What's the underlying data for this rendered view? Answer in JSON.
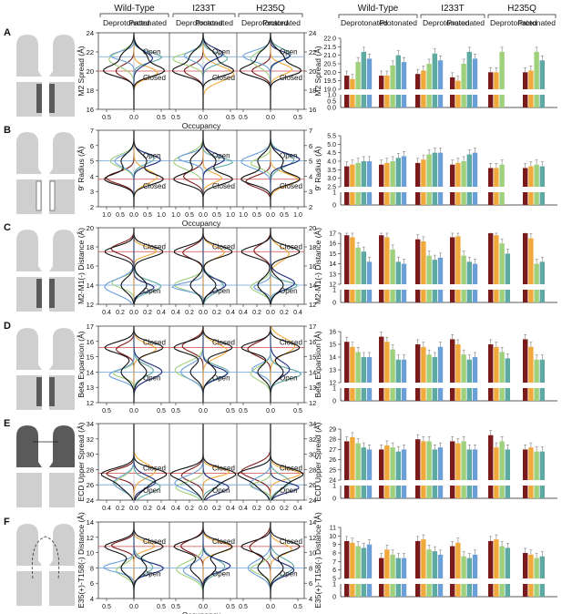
{
  "header": {
    "groups": [
      "Wild-Type",
      "I233T",
      "H235Q"
    ],
    "sub_left": "Deprotonated",
    "sub_right": "Protonated"
  },
  "colors": {
    "dark_red": "#7b1a1a",
    "orange": "#f2a93b",
    "light_green": "#9fd07b",
    "teal": "#5fa9a3",
    "light_blue": "#6b9fd8",
    "navy": "#1c2a7a",
    "black": "#111111",
    "gray_shape": "#cfcfcf",
    "dark_shape": "#5a5a5a"
  },
  "chart_data": [
    {
      "panel": "A",
      "type": "area",
      "ylabel": "M2 Spread (Å)",
      "ylim": [
        16,
        24
      ],
      "yticks": [
        16,
        18,
        20,
        22,
        24
      ],
      "xlabel": "Occupancy",
      "xticks": [
        "0.5",
        "0.0",
        "0.5"
      ],
      "ref_lines": {
        "open": 21.5,
        "closed": 20
      },
      "labels": {
        "open": "Open",
        "closed": "Closed"
      },
      "bar_ylim": [
        19,
        22
      ],
      "bar_yticks": [
        "19.0",
        "19.5",
        "20.0",
        "20.5",
        "21.0",
        "21.5",
        "22.0"
      ],
      "bar_low_ticks": [
        "1.0",
        "0.5",
        "0.0"
      ],
      "bars": [
        [
          19.8,
          19.6,
          20.6,
          21.2,
          20.8
        ],
        [
          19.8,
          19.8,
          20.4,
          21.0,
          20.6
        ],
        [
          19.9,
          20.1,
          20.5,
          21.1,
          20.7
        ],
        [
          19.7,
          19.5,
          20.5,
          21.2,
          20.8
        ],
        [
          20.0,
          20.0,
          21.2
        ],
        [
          20.0,
          20.1,
          21.2,
          20.7
        ]
      ]
    },
    {
      "panel": "B",
      "type": "area",
      "ylabel": "9' Radius (Å)",
      "ylim": [
        2,
        7
      ],
      "yticks": [
        2,
        3,
        4,
        5,
        6,
        7
      ],
      "xlabel": "Occupancy",
      "xticks": [
        "1.0",
        "0.5",
        "0.0",
        "0.5",
        "1.0"
      ],
      "ref_lines": {
        "open": 5.0,
        "closed": 3.8
      },
      "labels": {
        "open": "Open",
        "closed": "Closed"
      },
      "bar_ylim": [
        2.5,
        5.5
      ],
      "bar_yticks": [
        "2.5",
        "3.0",
        "3.5",
        "4.0",
        "4.5",
        "5.0",
        "5.5"
      ],
      "bar_low_ticks": [
        "1",
        "0"
      ],
      "bars": [
        [
          3.7,
          3.8,
          3.9,
          4.0,
          4.0
        ],
        [
          3.8,
          3.9,
          4.0,
          4.2,
          4.3
        ],
        [
          3.9,
          4.1,
          4.4,
          4.5,
          4.5
        ],
        [
          3.8,
          3.9,
          4.0,
          4.4,
          4.5
        ],
        [
          3.6,
          3.6,
          3.8
        ],
        [
          3.6,
          3.7,
          3.8,
          3.7
        ]
      ]
    },
    {
      "panel": "C",
      "type": "area",
      "ylabel": "M2-M1(-) Distance (Å)",
      "ylim": [
        12,
        20
      ],
      "yticks": [
        12,
        14,
        16,
        18,
        20
      ],
      "xlabel": "",
      "xticks": [
        "0.4",
        "0.2",
        "0.0",
        "0.2",
        "0.4"
      ],
      "ref_lines": {
        "open": 14,
        "closed": 17.5
      },
      "labels": {
        "open": "Open",
        "closed": "Closed"
      },
      "bar_ylim": [
        12,
        17
      ],
      "bar_yticks": [
        "12",
        "13",
        "14",
        "15",
        "16",
        "17"
      ],
      "bar_low_ticks": [
        "1",
        "0"
      ],
      "bars": [
        [
          16.8,
          16.6,
          15.6,
          15.2,
          14.2
        ],
        [
          16.8,
          16.6,
          15.4,
          14.2,
          14.0
        ],
        [
          16.4,
          16.2,
          14.8,
          14.4,
          14.6
        ],
        [
          16.6,
          16.7,
          14.8,
          14.2,
          14.0
        ],
        [
          17.0,
          16.8,
          16.0,
          15.0
        ],
        [
          17.0,
          16.5,
          14.0,
          14.2
        ]
      ]
    },
    {
      "panel": "D",
      "type": "area",
      "ylabel": "Beta Expansion (Å)",
      "ylim": [
        12,
        17
      ],
      "yticks": [
        12,
        13,
        14,
        15,
        16,
        17
      ],
      "xlabel": "",
      "xticks": [
        "0.5",
        "0.0",
        "0.5"
      ],
      "ref_lines": {
        "open": 14,
        "closed": 15.6
      },
      "labels": {
        "open": "Open",
        "closed": "Closed"
      },
      "bar_ylim": [
        12,
        16
      ],
      "bar_yticks": [
        "12",
        "13",
        "14",
        "15",
        "16"
      ],
      "bar_low_ticks": [
        "1",
        "0"
      ],
      "bars": [
        [
          15.2,
          14.8,
          14.4,
          14.0,
          14.0
        ],
        [
          15.6,
          15.2,
          14.6,
          13.8,
          13.8
        ],
        [
          15.0,
          14.8,
          14.2,
          14.0,
          14.8
        ],
        [
          15.4,
          15.0,
          14.2,
          13.8,
          14.0
        ],
        [
          15.0,
          14.8,
          14.4,
          13.9
        ],
        [
          15.4,
          14.8,
          13.8,
          13.8
        ]
      ]
    },
    {
      "panel": "E",
      "type": "area",
      "ylabel": "ECD Upper Spread (Å)",
      "ylim": [
        24,
        34
      ],
      "yticks": [
        24,
        26,
        28,
        30,
        32,
        34
      ],
      "xlabel": "",
      "xticks": [
        "0.4",
        "0.2",
        "0.0",
        "0.2",
        "0.4"
      ],
      "ref_lines": {
        "open": 26,
        "closed": 27.5
      },
      "labels": {
        "open": "Open",
        "closed": "Closed"
      },
      "bar_ylim": [
        24,
        29
      ],
      "bar_yticks": [
        "24",
        "25",
        "26",
        "27",
        "28",
        "29"
      ],
      "bar_low_ticks": [
        "1",
        "0"
      ],
      "bars": [
        [
          27.8,
          28.2,
          27.6,
          27.2,
          27.0
        ],
        [
          27.0,
          27.4,
          27.2,
          26.8,
          27.0
        ],
        [
          28.0,
          27.8,
          27.8,
          27.0,
          27.2
        ],
        [
          27.8,
          27.6,
          27.8,
          27.0,
          27.0
        ],
        [
          28.4,
          27.2,
          27.8,
          27.0
        ],
        [
          27.0,
          27.2,
          26.8,
          26.8
        ]
      ]
    },
    {
      "panel": "F",
      "type": "area",
      "ylabel": "E35(+)-T158(-) Distance (Å)",
      "ylim": [
        4,
        14
      ],
      "yticks": [
        4,
        6,
        8,
        10,
        12,
        14
      ],
      "xlabel": "Occupancy",
      "xticks": [
        "0.5",
        "0.0",
        "0.5"
      ],
      "ref_lines": {
        "open": 8,
        "closed": 10.8
      },
      "labels": {
        "open": "Open",
        "closed": "Closed"
      },
      "bar_ylim": [
        5,
        11
      ],
      "bar_yticks": [
        "5",
        "6",
        "7",
        "8",
        "9",
        "10",
        "11"
      ],
      "bar_low_ticks": [
        "1",
        "0"
      ],
      "bars": [
        [
          9.4,
          9.2,
          8.8,
          8.6,
          9.0
        ],
        [
          7.4,
          8.4,
          7.8,
          7.4,
          7.4
        ],
        [
          9.4,
          9.6,
          8.4,
          8.2,
          7.8
        ],
        [
          8.8,
          9.2,
          7.6,
          7.4,
          7.8
        ],
        [
          9.4,
          9.6,
          8.8,
          8.6
        ],
        [
          8.0,
          7.8,
          7.4,
          7.6
        ]
      ]
    }
  ]
}
